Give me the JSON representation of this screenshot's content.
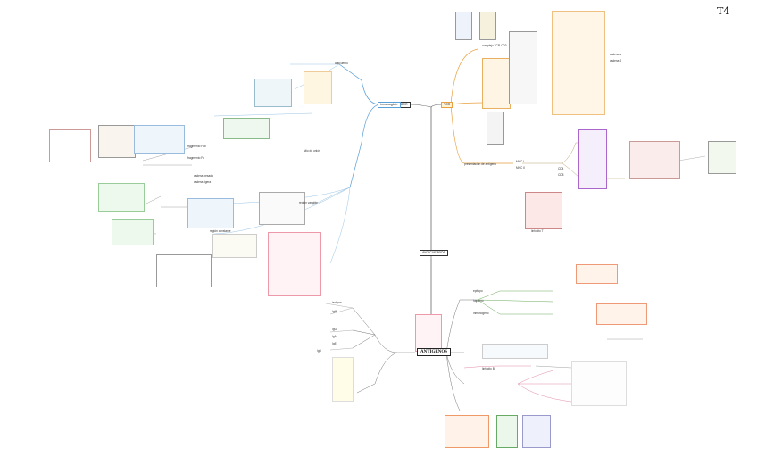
{
  "page_number": "T4",
  "central": {
    "main": "ANTÍGENOS",
    "upper": "ANTICUERPOS"
  },
  "branches": {
    "tcr": "TCR",
    "bcr": "BCR",
    "inmuno": "inmunoglob."
  },
  "small_labels": {
    "a1": "anticuerpo",
    "a2": "sitio de unión",
    "a3": "fragmento Fab",
    "a4": "fragmento Fc",
    "a5": "cadena pesada",
    "a6": "cadena ligera",
    "a7": "región variable",
    "a8": "región constante",
    "a9": "isotipos",
    "a10": "IgM",
    "a11": "IgG",
    "a12": "IgA",
    "a13": "IgE",
    "a14": "IgD",
    "a15": "epítopo",
    "a16": "hapteno",
    "a17": "inmunógeno",
    "a18": "MHC I",
    "a19": "MHC II",
    "a20": "CD4",
    "a21": "CD8",
    "a22": "linfocito T",
    "a23": "linfocito B",
    "a24": "presentación de antígeno",
    "a25": "complejo TCR-CD3",
    "a26": "cadena α",
    "a27": "cadena β"
  }
}
